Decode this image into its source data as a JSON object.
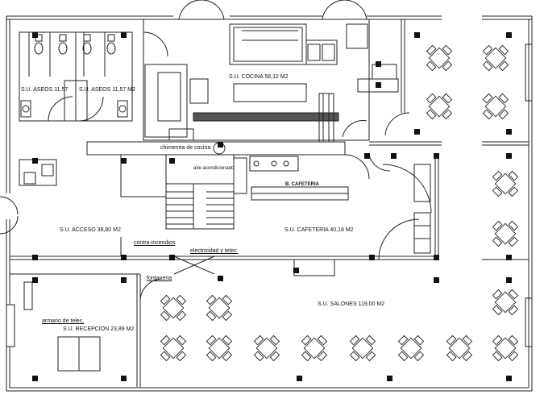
{
  "rooms": {
    "aseos_left": "S.U. ASEOS 11,57",
    "aseos_right": "S.U. ASEOS 11,57 M2",
    "cocina": "S.U. COCINA 58,12 M2",
    "acceso": "S.U. ACCESO 38,80 M2",
    "cafeteria": "S.U. CAFETERIA 40,18 M2",
    "salones": "S.U. SALONES 119,00 M2",
    "recepcion": "S.U. RECEPCION 23,89 M2"
  },
  "annotations": {
    "chimenea": "chimenea de cocina",
    "aire": "aire acondicionado",
    "contra_incendios": "contra-incendios",
    "electricidad": "electricidad y telec.",
    "fontaneria": "fontaneria",
    "armario": "armario de telec.",
    "barra": "B. CAFETERIA"
  }
}
